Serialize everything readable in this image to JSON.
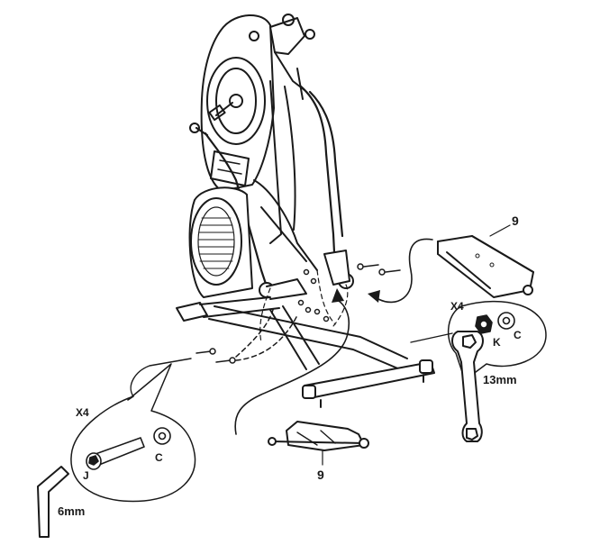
{
  "labels": {
    "part_top": "9",
    "part_bottom": "9",
    "qty_right": "X4",
    "qty_left": "X4",
    "nut": "K",
    "washer_right": "C",
    "washer_left": "C",
    "bolt": "J",
    "wrench_size": "13mm",
    "allen_size": "6mm"
  },
  "colors": {
    "ink": "#1a1a1a",
    "paper": "#ffffff"
  }
}
